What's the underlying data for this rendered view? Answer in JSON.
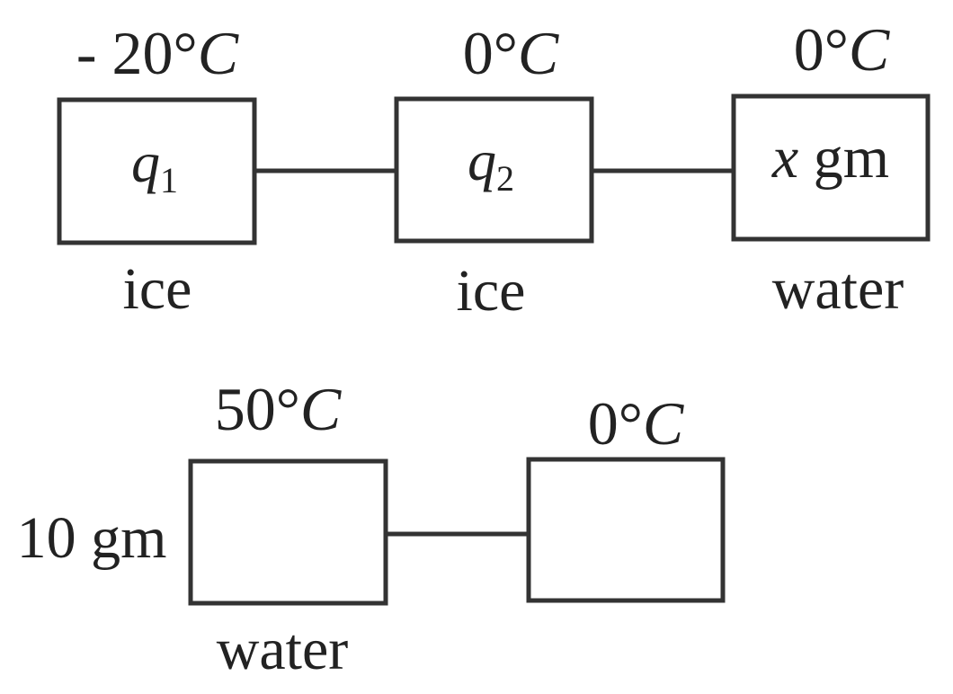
{
  "top_row": {
    "blocks": [
      {
        "temp_value": "- 20°",
        "temp_unit": "C",
        "content_symbol": "q",
        "content_subscript": "1",
        "material": "ice"
      },
      {
        "temp_value": "0°",
        "temp_unit": "C",
        "content_symbol": "q",
        "content_subscript": "2",
        "material": "ice"
      },
      {
        "temp_value": "0°",
        "temp_unit": "C",
        "content_variable": "x",
        "content_unit": " gm",
        "material": "water"
      }
    ]
  },
  "bottom_row": {
    "blocks": [
      {
        "temp_value": "50°",
        "temp_unit": "C",
        "mass_label": "10 gm",
        "material": "water"
      },
      {
        "temp_value": "0°",
        "temp_unit": "C"
      }
    ]
  }
}
